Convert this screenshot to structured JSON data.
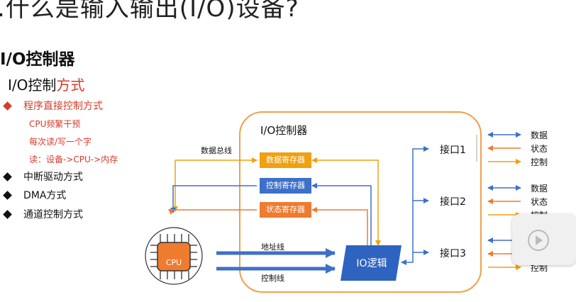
{
  "slide": {
    "title": ".什么是输入输出(I/O)设备?",
    "section_title": "I/O控制器",
    "subtitle_plain": "I/O控制",
    "subtitle_accent": "方式",
    "bullets": [
      {
        "label": "程序直接控制方式",
        "highlight": true
      },
      {
        "label": "中断驱动方式",
        "highlight": false
      },
      {
        "label": "DMA方式",
        "highlight": false
      },
      {
        "label": "通道控制方式",
        "highlight": false
      }
    ],
    "sub_items": [
      "CPU频繁干预",
      "每次读/写一个字",
      "读：设备->CPU->内存"
    ]
  },
  "diagram": {
    "controller_label": "I/O控制器",
    "registers": {
      "data": "数据寄存器",
      "control": "控制寄存器",
      "status": "状态寄存器"
    },
    "io_logic": "IO逻辑",
    "cpu": "CPU",
    "bus_labels": {
      "data_bus": "数据总线",
      "address_bus": "地址线",
      "control_bus": "控制线"
    },
    "ports": [
      "接口1",
      "接口2",
      "接口3"
    ],
    "signals": {
      "data": "数据",
      "status": "状态",
      "control": "控制"
    }
  },
  "colors": {
    "accent_red": "#d63b2b",
    "controller_border": "#f0a04b",
    "blue": "#3d70c9",
    "orange": "#ee7b2e",
    "yellow": "#f0a012"
  }
}
